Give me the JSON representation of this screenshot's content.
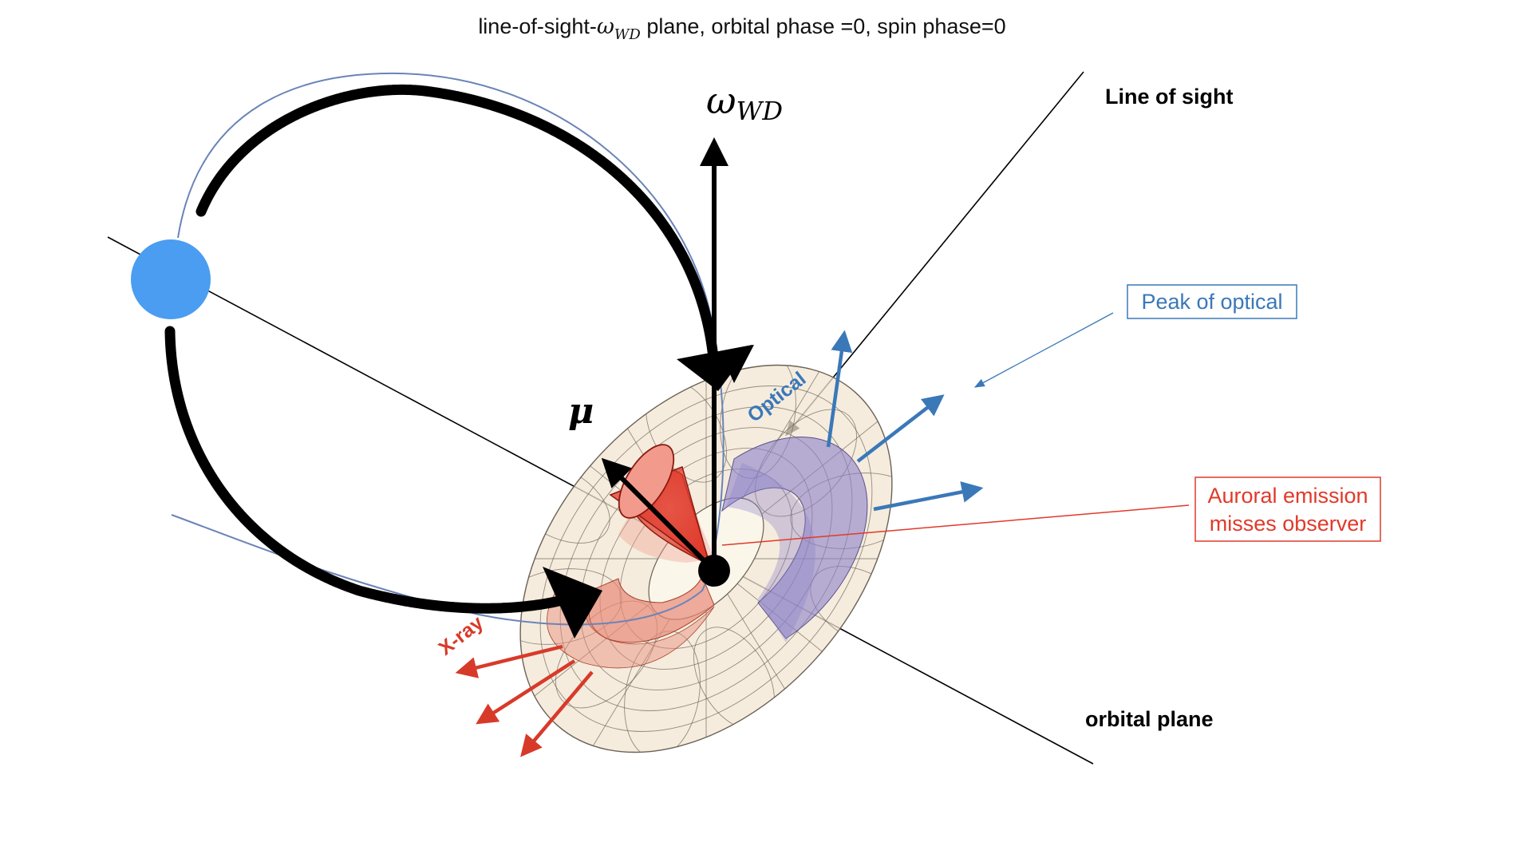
{
  "title": {
    "prefix": "line-of-sight-",
    "omega": "ω",
    "sub": "WD",
    "suffix": " plane, orbital phase =0, spin phase=0"
  },
  "labels": {
    "omega_symbol": "ω",
    "omega_sub": "WD",
    "mu": "μ",
    "line_of_sight": "Line of sight",
    "orbital_plane": "orbital plane",
    "optical": "Optical",
    "xray": "X-ray",
    "peak_optical": "Peak of optical",
    "auroral_line1": "Auroral emission",
    "auroral_line2": "misses observer"
  },
  "colors": {
    "companion": "#4a9df0",
    "orbit_line": "#6a84b8",
    "optical_blue": "#3a78b8",
    "xray_red": "#d83a2a",
    "auroral_red": "#e03a2a",
    "torus_fill": "#f1e6d2",
    "torus_mesh": "#6b6257",
    "purple_sector": "#8c80c9",
    "red_sector": "#e88a78",
    "cone_red": "#e0392b",
    "black": "#000000"
  }
}
